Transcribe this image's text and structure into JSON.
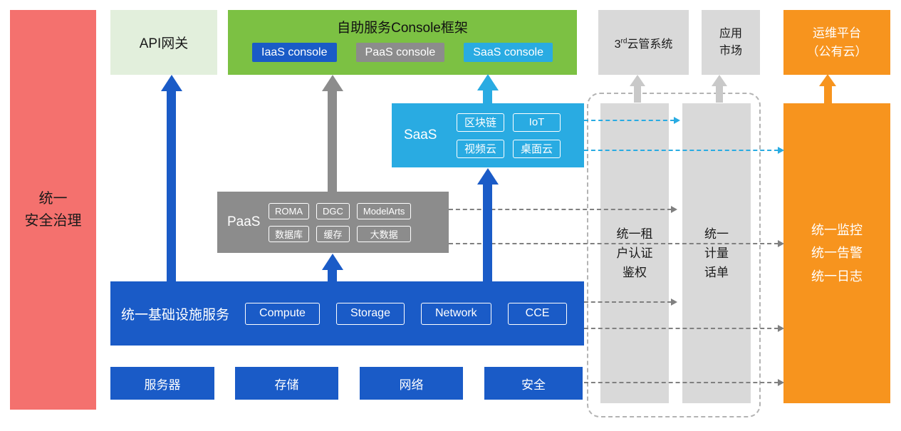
{
  "security_bar": {
    "label": "统一\n安全治理"
  },
  "api_gateway": {
    "label": "API网关"
  },
  "console_framework": {
    "title": "自助服务Console框架",
    "consoles": [
      {
        "label": "IaaS console"
      },
      {
        "label": "PaaS console"
      },
      {
        "label": "SaaS console"
      }
    ]
  },
  "third_party_cloud": {
    "base": "3",
    "sup": "rd",
    "rest": "云管系统"
  },
  "app_market": {
    "label": "应用\n市场"
  },
  "om_platform": {
    "label": "运维平台\n（公有云）"
  },
  "saas": {
    "label": "SaaS",
    "items": [
      "区块链",
      "IoT",
      "视频云",
      "桌面云"
    ]
  },
  "paas": {
    "label": "PaaS",
    "items": [
      "ROMA",
      "DGC",
      "ModelArts",
      "数据库",
      "缓存",
      "大数据"
    ]
  },
  "infrastructure": {
    "label": "统一基础设施服务",
    "items": [
      "Compute",
      "Storage",
      "Network",
      "CCE"
    ]
  },
  "hardware": {
    "items": [
      "服务器",
      "存储",
      "网络",
      "安全"
    ]
  },
  "auth_bar": {
    "label": "统一租\n户认证\n鉴权"
  },
  "metering_bar": {
    "label": "统一\n计量\n话单"
  },
  "monitoring": {
    "label": "统一监控\n统一告警\n统一日志"
  },
  "colors": {
    "red": "#f4716e",
    "light_green": "#e2efdc",
    "green": "#7cc143",
    "blue": "#1a5bc7",
    "cyan": "#29abe2",
    "gray": "#8c8c8c",
    "light_gray": "#d9d9d9",
    "orange": "#f7941e"
  }
}
